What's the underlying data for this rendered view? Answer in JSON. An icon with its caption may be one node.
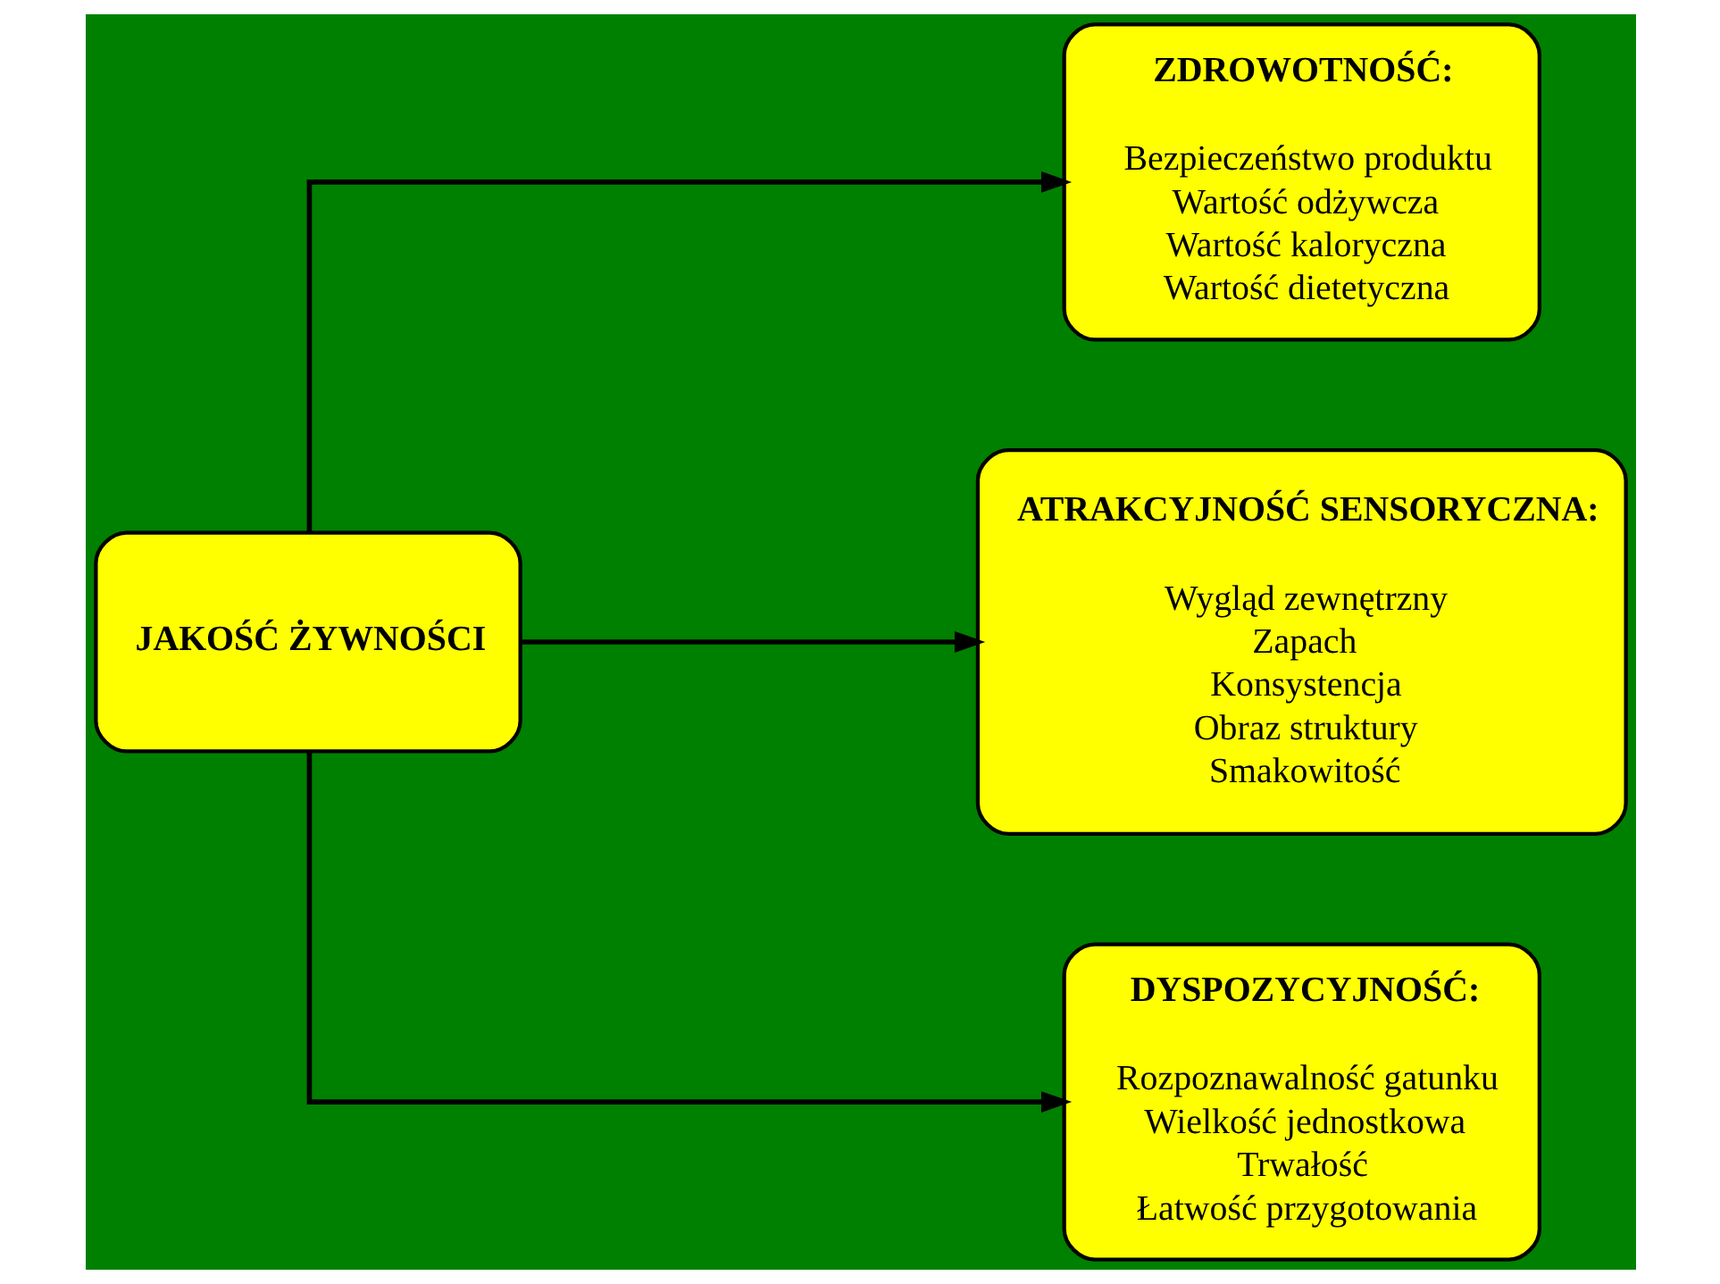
{
  "diagram": {
    "nodes": [
      {
        "text": [
          "JAKOŚĆ ŻYWNOŚCI"
        ]
      },
      {
        "text": [
          "ZDROWOTNOŚĆ:",
          "Bezpieczeństwo produktu",
          "Wartość odżywcza",
          "Wartość kaloryczna",
          "Wartość dietetyczna"
        ]
      },
      {
        "text": [
          "ATRAKCYJNOŚĆ SENSORYCZNA:",
          "Wygląd zewnętrzny",
          "Zapach",
          "Konsystencja",
          "Obraz struktury",
          "Smakowitość"
        ]
      },
      {
        "text": [
          "DYSPOZYCYJNOŚĆ:",
          "Rozpoznawalność gatunku",
          "Wielkość jednostkowa",
          "Trwałość",
          "Łatwość przygotowania"
        ]
      }
    ],
    "edges": [
      {
        "from": 0,
        "to": 1,
        "arrow": "to"
      },
      {
        "from": 0,
        "to": 2,
        "arrow": "to"
      },
      {
        "from": 0,
        "to": 3,
        "arrow": "to"
      }
    ]
  }
}
